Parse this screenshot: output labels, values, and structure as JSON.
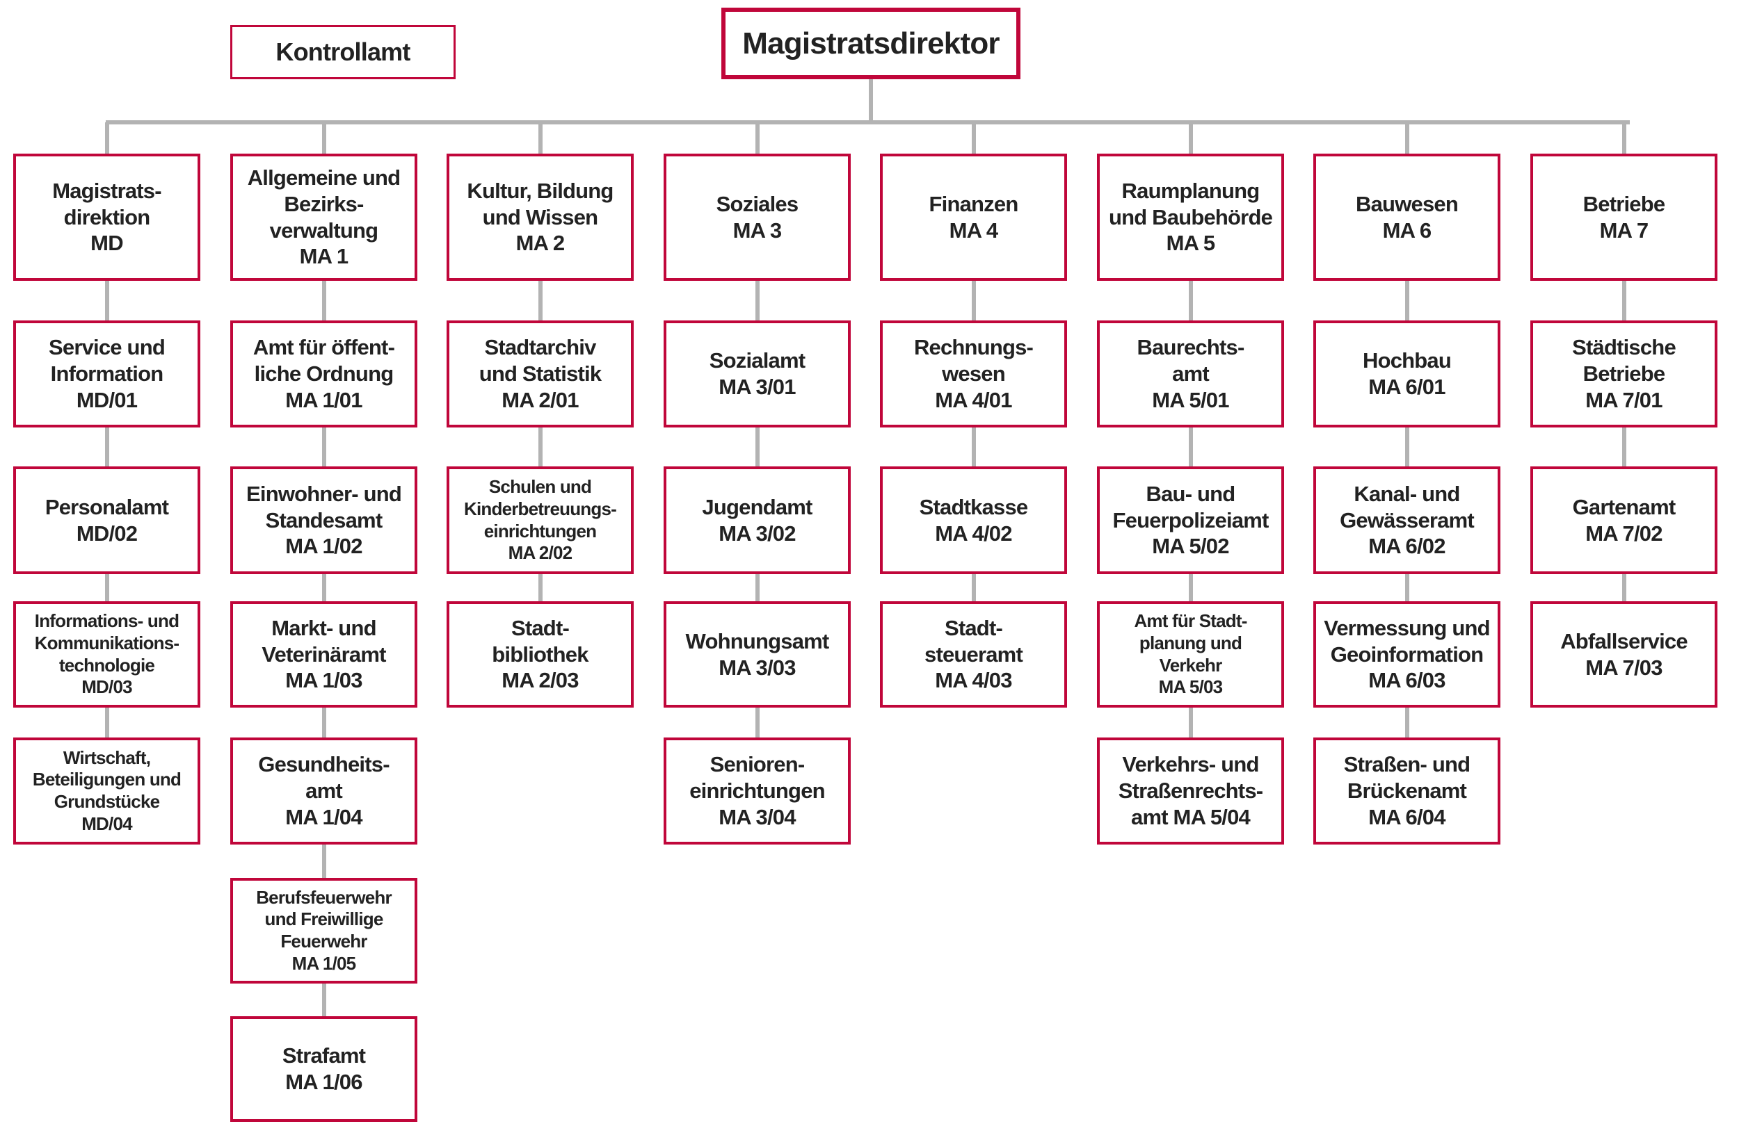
{
  "colors": {
    "border": "#c0063a",
    "connector": "#b3b3b3",
    "text": "#222222"
  },
  "top": {
    "label": "Magistratsdirektor"
  },
  "side": {
    "label": "Kontrollamt"
  },
  "columns": [
    {
      "units": [
        {
          "label": "Magistrats-\ndirektion\nMD"
        },
        {
          "label": "Service und\nInformation\nMD/01"
        },
        {
          "label": "Personalamt\nMD/02"
        },
        {
          "label": "Informations- und\nKommunikations-\ntechnologie\nMD/03",
          "small": true
        },
        {
          "label": "Wirtschaft,\nBeteiligungen und\nGrundstücke\nMD/04",
          "small": true
        }
      ]
    },
    {
      "units": [
        {
          "label": "Allgemeine und\nBezirks-\nverwaltung\nMA 1"
        },
        {
          "label": "Amt für öffent-\nliche Ordnung\nMA 1/01"
        },
        {
          "label": "Einwohner- und\nStandesamt\nMA 1/02"
        },
        {
          "label": "Markt- und\nVeterinäramt\nMA 1/03"
        },
        {
          "label": "Gesundheits-\namt\nMA 1/04"
        },
        {
          "label": "Berufsfeuerwehr\nund Freiwillige\nFeuerwehr\nMA 1/05",
          "small": true
        },
        {
          "label": "Strafamt\nMA 1/06"
        }
      ]
    },
    {
      "units": [
        {
          "label": "Kultur, Bildung\nund Wissen\nMA 2"
        },
        {
          "label": "Stadtarchiv\nund Statistik\nMA 2/01"
        },
        {
          "label": "Schulen und\nKinderbetreuungs-\neinrichtungen\nMA 2/02",
          "small": true
        },
        {
          "label": "Stadt-\nbibliothek\nMA 2/03"
        }
      ]
    },
    {
      "units": [
        {
          "label": "Soziales\nMA 3"
        },
        {
          "label": "Sozialamt\nMA 3/01"
        },
        {
          "label": "Jugendamt\nMA 3/02"
        },
        {
          "label": "Wohnungsamt\nMA 3/03"
        },
        {
          "label": "Senioren-\neinrichtungen\nMA 3/04"
        }
      ]
    },
    {
      "units": [
        {
          "label": "Finanzen\nMA 4"
        },
        {
          "label": "Rechnungs-\nwesen\nMA 4/01"
        },
        {
          "label": "Stadtkasse\nMA 4/02"
        },
        {
          "label": "Stadt-\nsteueramt\nMA 4/03"
        }
      ]
    },
    {
      "units": [
        {
          "label": "Raumplanung\nund Baubehörde\nMA 5"
        },
        {
          "label": "Baurechts-\namt\nMA 5/01"
        },
        {
          "label": "Bau- und\nFeuerpolizeiamt\nMA 5/02"
        },
        {
          "label": "Amt für Stadt-\nplanung und\nVerkehr\nMA 5/03",
          "small": true
        },
        {
          "label": "Verkehrs- und\nStraßenrechts-\namt   MA 5/04"
        }
      ]
    },
    {
      "units": [
        {
          "label": "Bauwesen\nMA 6"
        },
        {
          "label": "Hochbau\nMA 6/01"
        },
        {
          "label": "Kanal- und\nGewässeramt\nMA 6/02"
        },
        {
          "label": "Vermessung und\nGeoinformation\nMA 6/03"
        },
        {
          "label": "Straßen- und\nBrückenamt\nMA 6/04"
        }
      ]
    },
    {
      "units": [
        {
          "label": "Betriebe\nMA 7"
        },
        {
          "label": "Städtische\nBetriebe\nMA 7/01"
        },
        {
          "label": "Gartenamt\nMA 7/02"
        },
        {
          "label": "Abfallservice\nMA 7/03"
        }
      ]
    }
  ]
}
